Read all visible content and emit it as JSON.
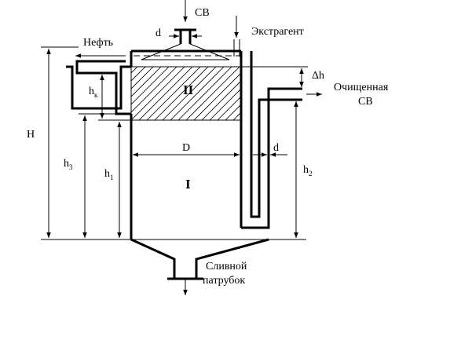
{
  "labels": {
    "inlet_sv": "СВ",
    "pipe_d_top": "d",
    "extractant": "Экстрагент",
    "oil": "Нефть",
    "purified_line1": "Очищенная",
    "purified_line2": "СВ",
    "delta_h": "Δh",
    "zone_ii": "II",
    "zone_i": "I",
    "diameter": "D",
    "pipe_d_right": "d",
    "height_total": "H",
    "h_k": "h",
    "h_k_sub": "к",
    "h_3": "h",
    "h_3_sub": "3",
    "h_1": "h",
    "h_1_sub": "1",
    "h_2": "h",
    "h_2_sub": "2",
    "drain_line1": "Сливной",
    "drain_line2": "патрубок"
  }
}
